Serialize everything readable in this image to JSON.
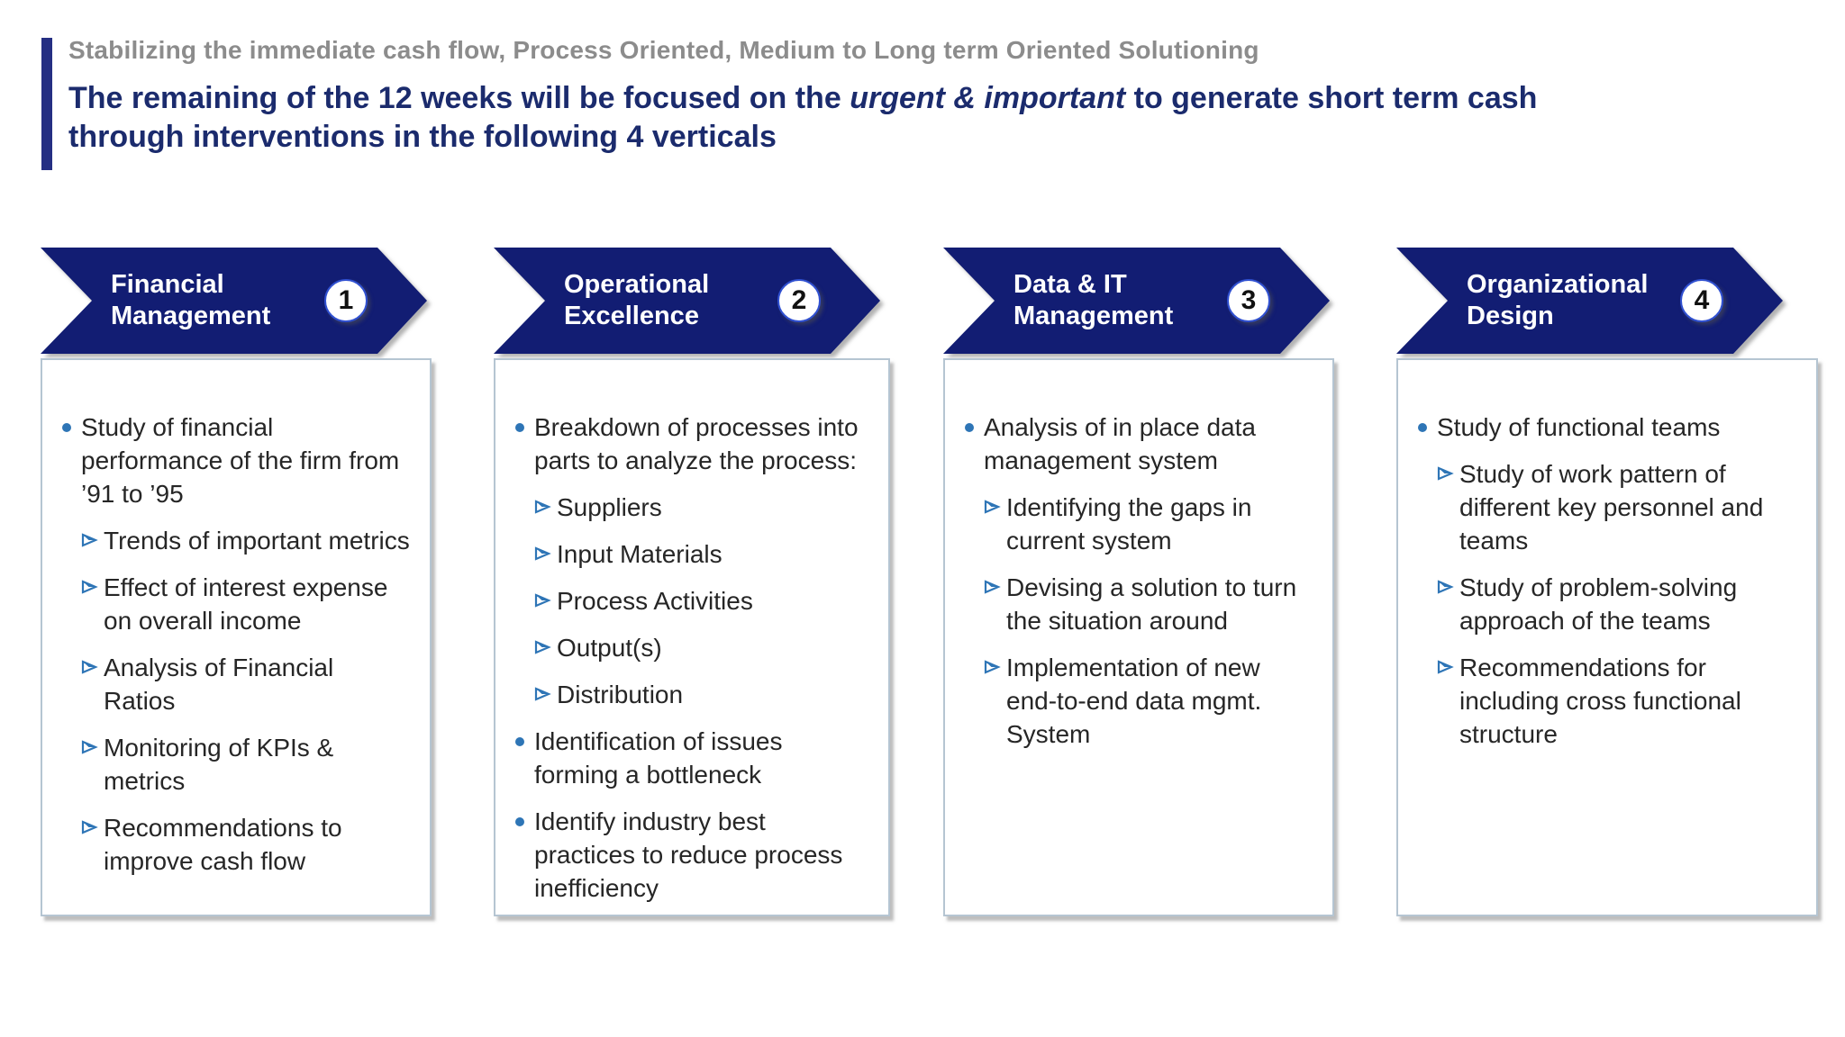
{
  "header": {
    "kicker": "Stabilizing the immediate cash flow, Process Oriented, Medium to Long term Oriented Solutioning",
    "title_prefix": "The remaining of the 12 weeks will be focused on the ",
    "title_emphasis": "urgent & important",
    "title_suffix": " to generate short term cash through interventions in the following 4 verticals"
  },
  "colors": {
    "accent_navy": "#252f83",
    "arrow_navy": "#121d73",
    "title_navy": "#1b2b6d",
    "kicker_gray": "#8c8c8c",
    "bullet_blue": "#2e75b6",
    "body_text": "#262626",
    "box_border": "#b5c5d2"
  },
  "icons": {
    "level1_bullet": "dot-bullet-icon",
    "level2_bullet": "arrow-bullet-icon"
  },
  "verticals": [
    {
      "number": "1",
      "title": "Financial Management",
      "items": [
        {
          "level": 1,
          "text": "Study of financial performance of the firm from ’91 to ’95"
        },
        {
          "level": 2,
          "text": "Trends of important metrics"
        },
        {
          "level": 2,
          "text": "Effect of interest expense on overall income"
        },
        {
          "level": 2,
          "text": "Analysis of Financial Ratios"
        },
        {
          "level": 2,
          "text": "Monitoring of KPIs & metrics"
        },
        {
          "level": 2,
          "text": "Recommendations to improve cash flow"
        }
      ]
    },
    {
      "number": "2",
      "title": "Operational Excellence",
      "items": [
        {
          "level": 1,
          "text": "Breakdown of processes into parts to analyze the process:"
        },
        {
          "level": 2,
          "text": "Suppliers"
        },
        {
          "level": 2,
          "text": "Input Materials"
        },
        {
          "level": 2,
          "text": "Process Activities"
        },
        {
          "level": 2,
          "text": "Output(s)"
        },
        {
          "level": 2,
          "text": "Distribution"
        },
        {
          "level": 1,
          "text": "Identification of issues forming a bottleneck"
        },
        {
          "level": 1,
          "text": "Identify industry best practices to reduce process inefficiency"
        }
      ]
    },
    {
      "number": "3",
      "title": "Data & IT Management",
      "items": [
        {
          "level": 1,
          "text": "Analysis of in place data management system"
        },
        {
          "level": 2,
          "text": "Identifying the gaps in current system"
        },
        {
          "level": 2,
          "text": "Devising a solution to turn the situation around"
        },
        {
          "level": 2,
          "text": "Implementation of new end-to-end data mgmt. System"
        }
      ]
    },
    {
      "number": "4",
      "title": "Organizational Design",
      "items": [
        {
          "level": 1,
          "text": "Study of functional teams"
        },
        {
          "level": 2,
          "text": "Study of work pattern of different key personnel and teams"
        },
        {
          "level": 2,
          "text": "Study of problem-solving approach of the teams"
        },
        {
          "level": 2,
          "text": "Recommendations for including cross functional structure"
        }
      ]
    }
  ]
}
